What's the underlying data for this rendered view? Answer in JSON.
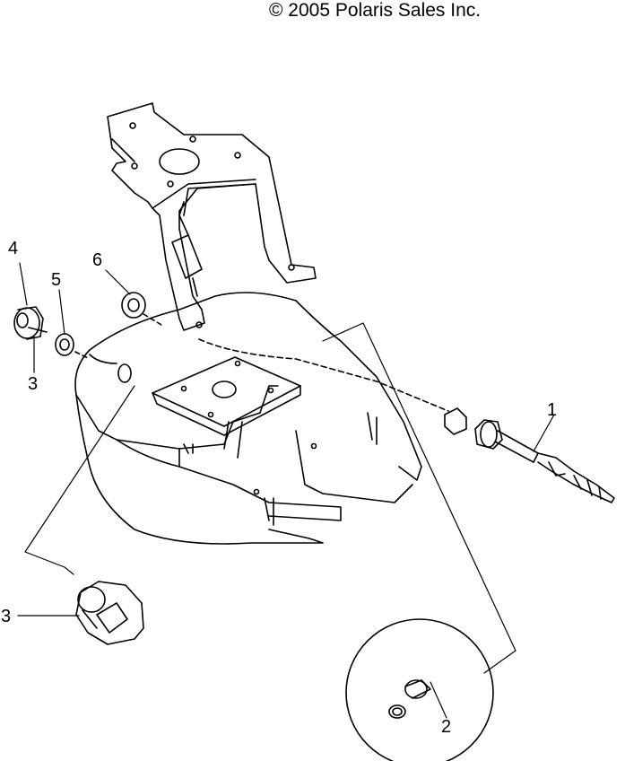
{
  "copyright": "© 2005 Polaris Sales Inc.",
  "callouts": [
    {
      "id": "c1",
      "text": "1"
    },
    {
      "id": "c2",
      "text": "2"
    },
    {
      "id": "c3a",
      "text": "3"
    },
    {
      "id": "c3b",
      "text": "3"
    },
    {
      "id": "c4",
      "text": "4"
    },
    {
      "id": "c5",
      "text": "5"
    },
    {
      "id": "c6",
      "text": "6"
    }
  ]
}
